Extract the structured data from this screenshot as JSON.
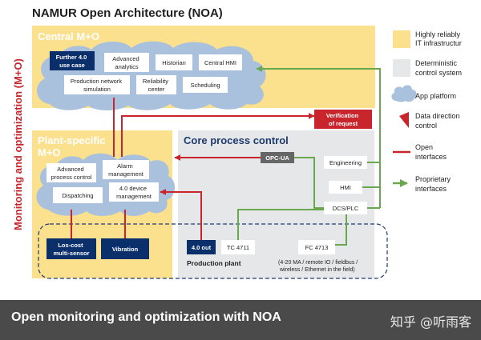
{
  "title": "NAMUR Open Architecture (NOA)",
  "side_label": "Monitoring and optimization (M+O)",
  "central": {
    "label": "Central M+O",
    "items": [
      "Further 4.0 use case",
      "Advanced analytics",
      "Historian",
      "Central HMI",
      "Production network simulation",
      "Reliability center",
      "Scheduling"
    ]
  },
  "plant": {
    "label_line1": "Plant-specific",
    "label_line2": "M+O",
    "items": [
      "Advanced process control",
      "Alarm management",
      "Dispatching",
      "4.0 device management"
    ]
  },
  "core": {
    "label": "Core process control",
    "opc": "OPC-UA",
    "engineering": "Engineering",
    "hmi": "HMI",
    "dcs": "DCS/PLC"
  },
  "verification": "Verification of request",
  "field": {
    "low_cost": "Los-cost multi-sensor",
    "vibration": "Vibration",
    "out": "4.0 out",
    "tc": "TC 4711",
    "fc": "FC 4713",
    "production_plant": "Production plant",
    "note_line1": "(4-20 MA / remote IO / fieldbus /",
    "note_line2": "wireless / Ethernet in the field)"
  },
  "legend": [
    {
      "label": "Highly reliably IT infrastructur"
    },
    {
      "label": "Deterministic control system"
    },
    {
      "label": "App platform"
    },
    {
      "label": "Data direction control"
    },
    {
      "label": "Open interfaces"
    },
    {
      "label": "Proprietary interfaces"
    }
  ],
  "footer": "Open monitoring and optimization with NOA",
  "watermark": "知乎 @听雨客",
  "colors": {
    "yellow": "#fbe08e",
    "gray": "#e6e7e9",
    "cloud": "#a9c1dc",
    "red": "#c8262c",
    "green": "#6aa84f",
    "navy": "#0b2f6b",
    "footer": "#4a4a4a"
  }
}
